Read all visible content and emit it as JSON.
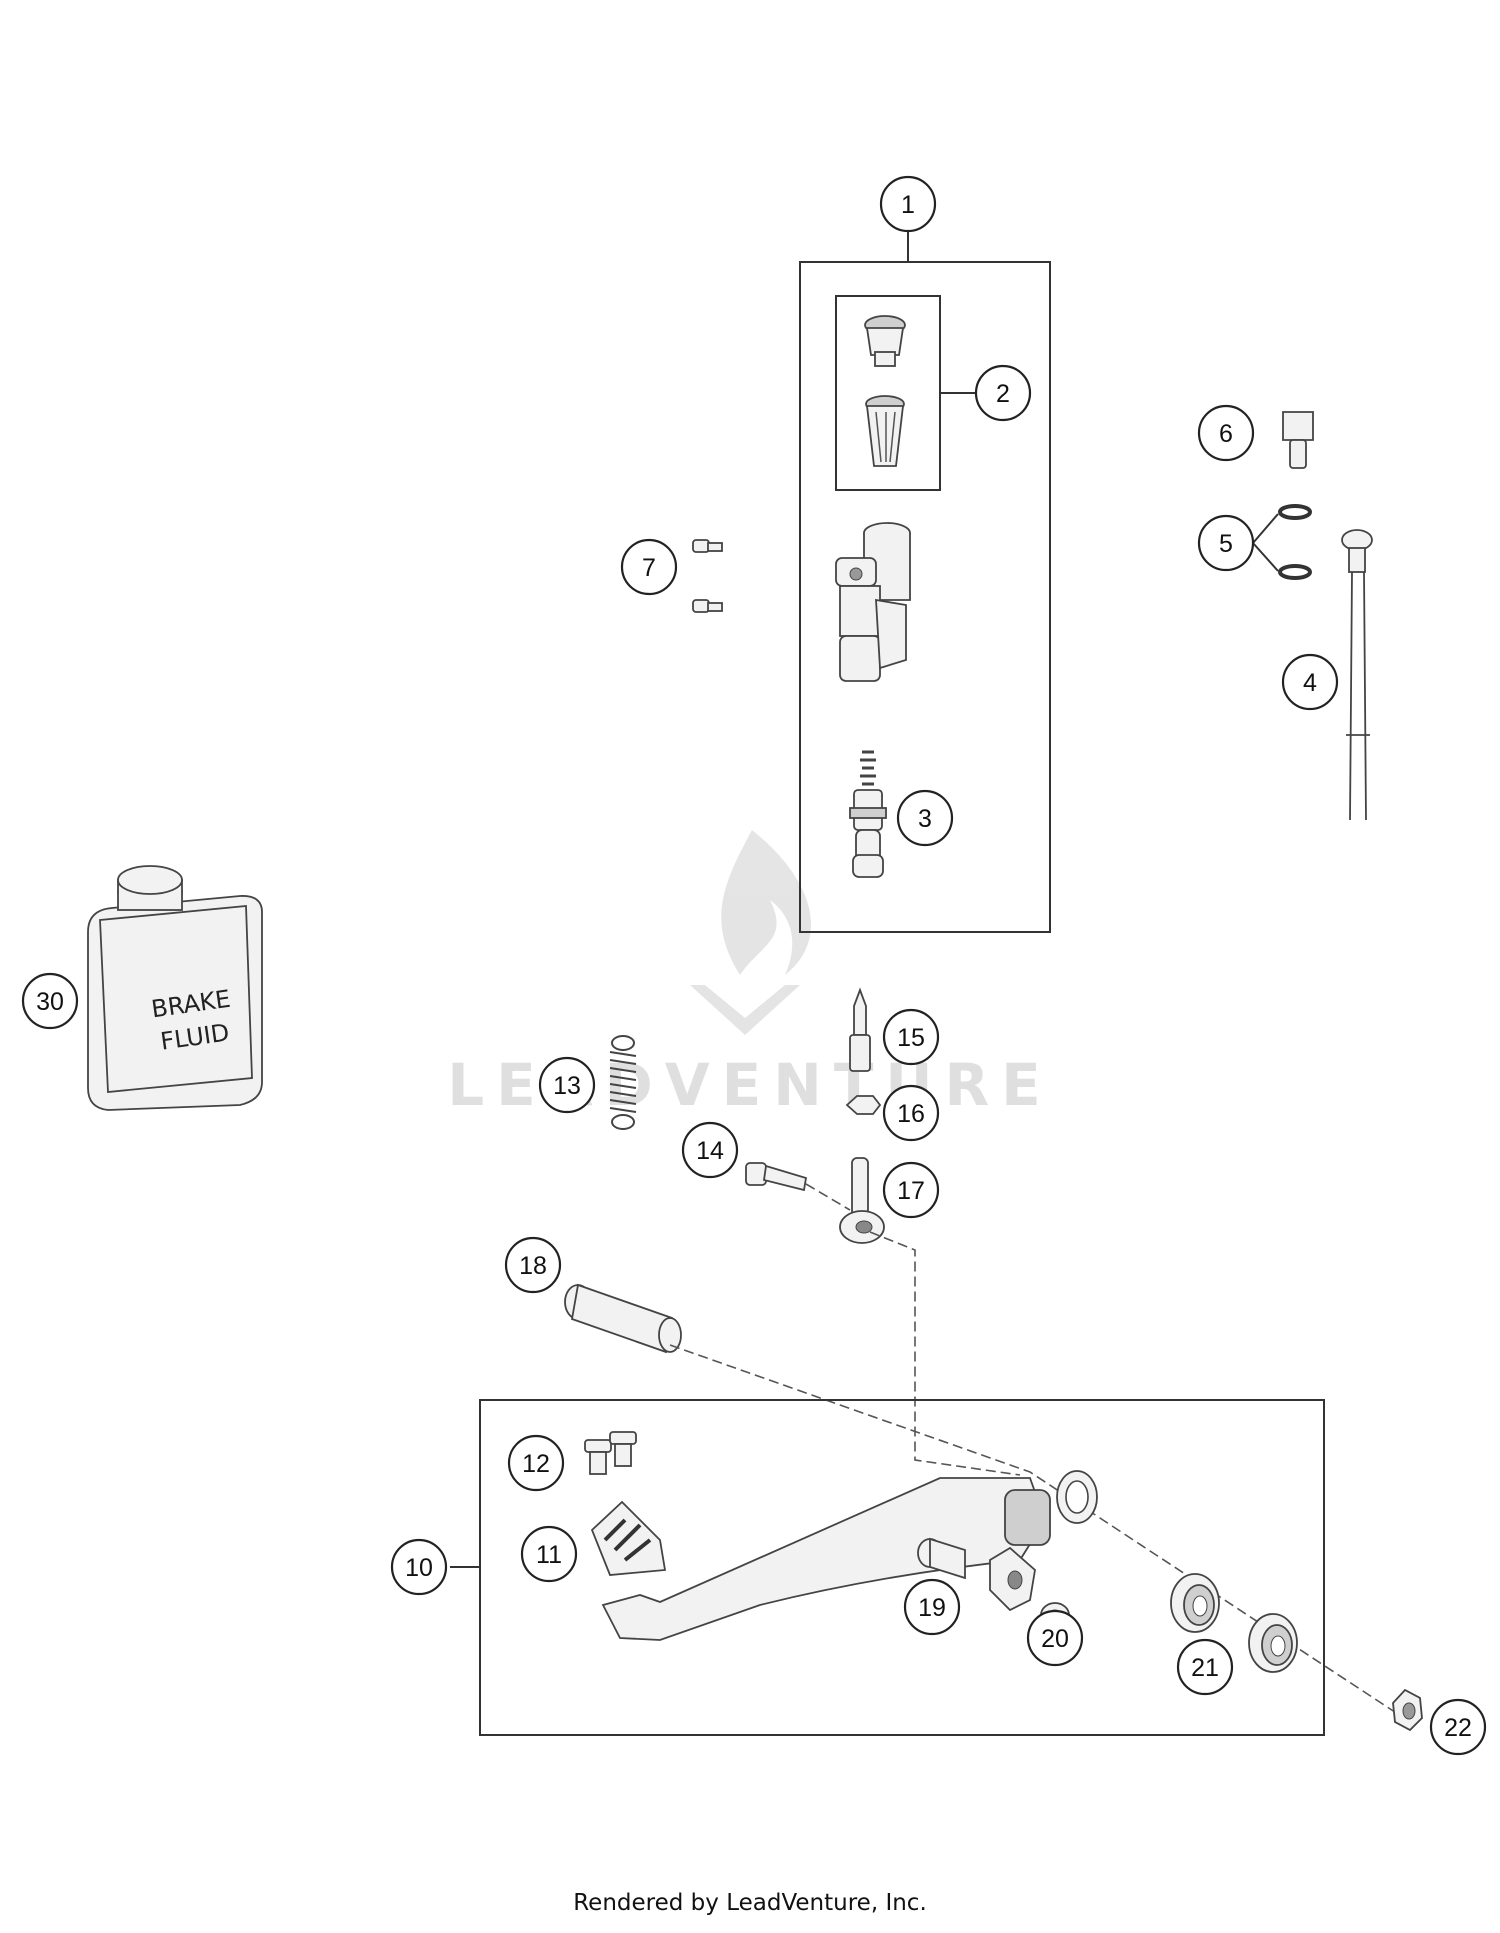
{
  "watermark": {
    "text": "LEADVENTURE",
    "icon": "flame-v-logo"
  },
  "footer": {
    "text": "Rendered by LeadVenture, Inc."
  },
  "container_label": {
    "text": "BRAKE\nFLUID",
    "line1": "BRAKE",
    "line2": "FLUID"
  },
  "callouts": [
    {
      "id": "1",
      "label": "1"
    },
    {
      "id": "2",
      "label": "2"
    },
    {
      "id": "3",
      "label": "3"
    },
    {
      "id": "4",
      "label": "4"
    },
    {
      "id": "5",
      "label": "5"
    },
    {
      "id": "6",
      "label": "6"
    },
    {
      "id": "7",
      "label": "7"
    },
    {
      "id": "10",
      "label": "10"
    },
    {
      "id": "11",
      "label": "11"
    },
    {
      "id": "12",
      "label": "12"
    },
    {
      "id": "13",
      "label": "13"
    },
    {
      "id": "14",
      "label": "14"
    },
    {
      "id": "15",
      "label": "15"
    },
    {
      "id": "16",
      "label": "16"
    },
    {
      "id": "17",
      "label": "17"
    },
    {
      "id": "18",
      "label": "18"
    },
    {
      "id": "19",
      "label": "19"
    },
    {
      "id": "20",
      "label": "20"
    },
    {
      "id": "21",
      "label": "21"
    },
    {
      "id": "22",
      "label": "22"
    },
    {
      "id": "30",
      "label": "30"
    }
  ]
}
